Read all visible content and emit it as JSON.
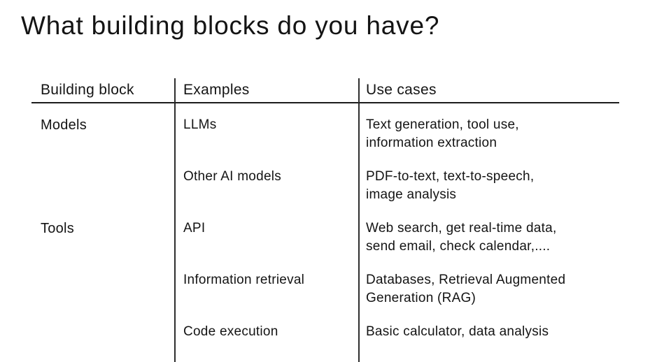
{
  "title": "What building blocks do you have?",
  "table": {
    "headers": [
      "Building block",
      "Examples",
      "Use cases"
    ],
    "rows": [
      {
        "building_block": "Models",
        "example": "LLMs",
        "use_cases": "Text generation, tool use,\ninformation extraction"
      },
      {
        "building_block": "",
        "example": "Other AI models",
        "use_cases": "PDF-to-text, text-to-speech,\nimage analysis"
      },
      {
        "building_block": "Tools",
        "example": "API",
        "use_cases": "Web search, get real-time data,\nsend email, check calendar,...."
      },
      {
        "building_block": "",
        "example": "Information retrieval",
        "use_cases": "Databases, Retrieval Augmented\nGeneration (RAG)"
      },
      {
        "building_block": "",
        "example": "Code execution",
        "use_cases": "Basic calculator, data analysis"
      }
    ]
  },
  "colors": {
    "text": "#141414",
    "line": "#2e2e2e",
    "background": "#ffffff"
  }
}
